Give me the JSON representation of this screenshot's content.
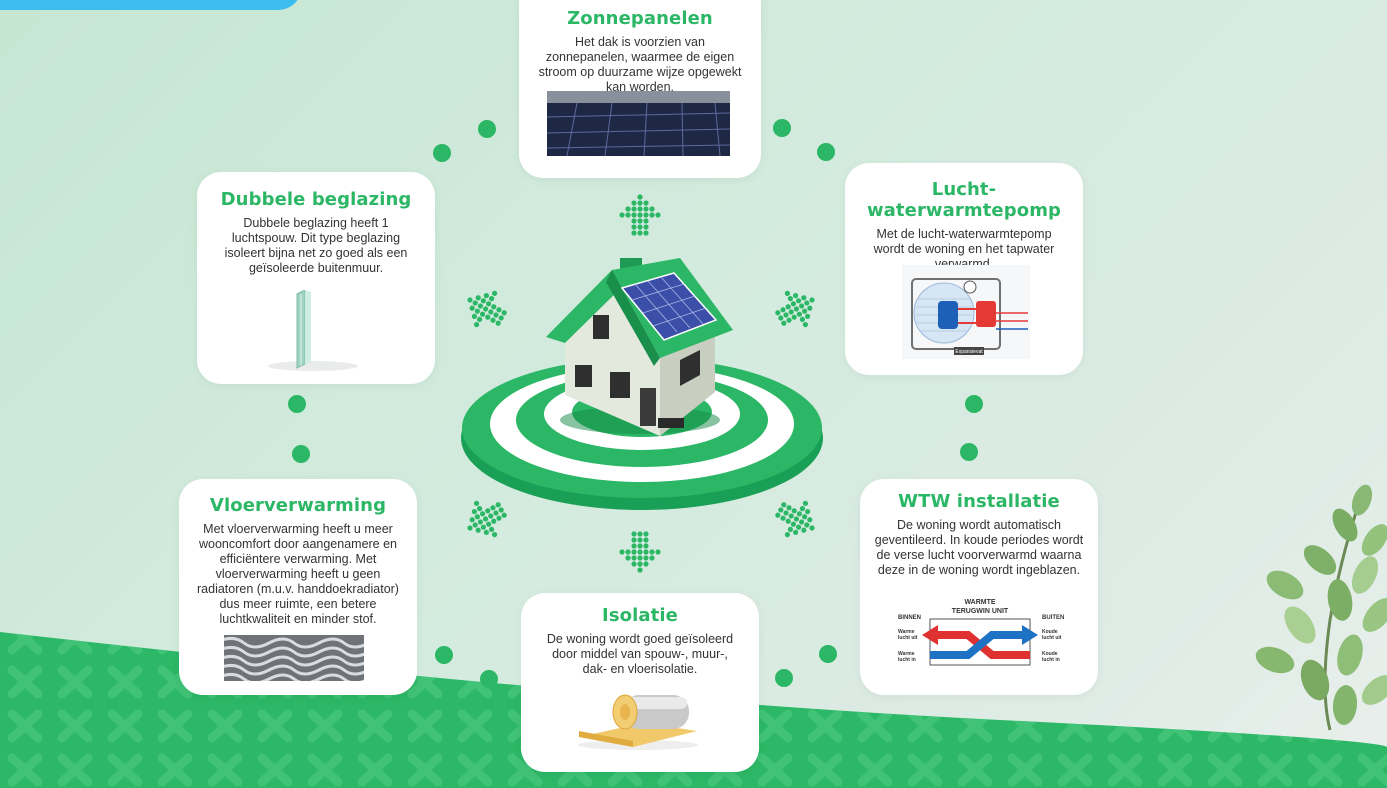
{
  "cards": {
    "zonnepanelen": {
      "title": "Zonnepanelen",
      "text": "Het dak is voorzien van zonnepanelen, waarmee de eigen stroom op duurzame wijze opgewekt kan worden."
    },
    "beglazing": {
      "title": "Dubbele beglazing",
      "text": "Dubbele beglazing heeft 1 luchtspouw. Dit type beglazing isoleert bijna net zo goed als een geïsoleerde buitenmuur."
    },
    "warmtepomp": {
      "title": "Lucht-waterwarmtepomp",
      "text": "Met de lucht-waterwarmtepomp wordt de woning en het tapwater verwarmd.",
      "diagram_label": "Expansievat"
    },
    "vloerverwarming": {
      "title": "Vloerverwarming",
      "text": "Met vloerverwarming heeft u meer wooncomfort door aangenamere en efficiëntere verwarming. Met vloerverwarming heeft u geen radiatoren (m.u.v. handdoekradiator) dus meer ruimte, een betere luchtkwaliteit en minder stof."
    },
    "isolatie": {
      "title": "Isolatie",
      "text": "De woning wordt goed geïsoleerd door middel van spouw-, muur-, dak- en vloerisolatie."
    },
    "wtw": {
      "title": "WTW installatie",
      "text": "De woning wordt automatisch geventileerd. In koude periodes wordt de verse lucht voorverwarmd waarna deze in de woning wordt ingeblazen.",
      "diagram": {
        "title_line1": "WARMTE",
        "title_line2": "TERUGWIN UNIT",
        "binnen": "BINNEN",
        "buiten": "BUITEN",
        "warme_uit_1": "Warme",
        "warme_uit_2": "lucht uit",
        "warme_in_1": "Warme",
        "warme_in_2": "lucht in",
        "koude_uit_1": "Koude",
        "koude_uit_2": "lucht uit",
        "koude_in_1": "Koude",
        "koude_in_2": "lucht in"
      }
    }
  },
  "colors": {
    "brand_green": "#2bb765",
    "dark_green": "#1f9a55",
    "tab_blue": "#3cbdf0",
    "warm_red": "#e03131",
    "cold_blue": "#1d72c4"
  },
  "icons": [
    "house-icon",
    "target-icon",
    "arrow-icon",
    "solar-panel-icon",
    "glass-pane-icon",
    "heat-pump-icon",
    "floor-heating-icon",
    "insulation-roll-icon",
    "plant-icon"
  ]
}
